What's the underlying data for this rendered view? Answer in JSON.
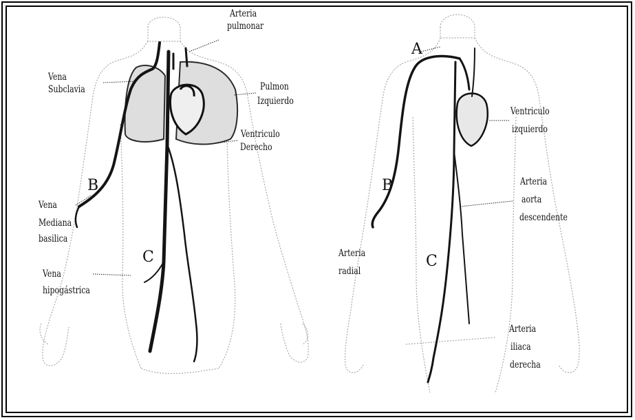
{
  "left_figure": {
    "labels": {
      "arteria_pulmonar_l1": "Arteria",
      "arteria_pulmonar_l2": "pulmonar",
      "vena_subclavia_l1": "Vena",
      "vena_subclavia_l2": "Subclavia",
      "pulmon_izquierdo_l1": "Pulmon",
      "pulmon_izquierdo_l2": "Izquierdo",
      "ventriculo_derecho_l1": "Ventriculo",
      "ventriculo_derecho_l2": "Derecho",
      "vena_mediana_l1": "Vena",
      "vena_mediana_l2": "Mediana",
      "vena_mediana_l3": "basilica",
      "vena_hipogastrica_l1": "Vena",
      "vena_hipogastrica_l2": "hipogástrica"
    },
    "letters": {
      "b": "B",
      "c": "C"
    }
  },
  "right_figure": {
    "labels": {
      "ventriculo_izquierdo_l1": "Ventriculo",
      "ventriculo_izquierdo_l2": "izquierdo",
      "arteria_aorta_l1": "Arteria",
      "arteria_aorta_l2": "aorta",
      "arteria_aorta_l3": "descendente",
      "arteria_radial_l1": "Arteria",
      "arteria_radial_l2": "radial",
      "arteria_iliaca_l1": "Arteria",
      "arteria_iliaca_l2": "iliaca",
      "arteria_iliaca_l3": "derecha"
    },
    "letters": {
      "a": "A",
      "b": "B",
      "c": "C"
    }
  },
  "colors": {
    "ink": "#111111",
    "sketch": "#9a9a9a",
    "vessel": "#141414",
    "paper": "#ffffff"
  }
}
